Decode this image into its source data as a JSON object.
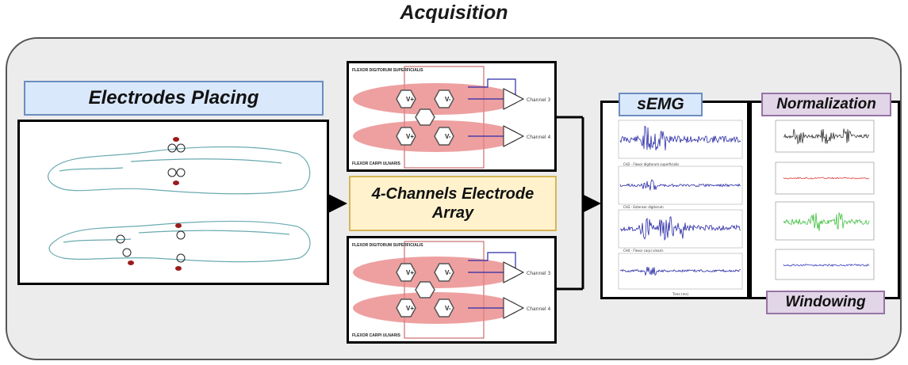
{
  "title": "Acquisition",
  "labels": {
    "electrodes": "Electrodes Placing",
    "array": "4-Channels Electrode Array",
    "semg": "sEMG",
    "normalization": "Normalization",
    "windowing": "Windowing"
  },
  "circuit": {
    "muscle_top": "FLEXOR DIGITORUM SUPERFICIALIS",
    "muscle_bottom": "FLEXOR CARPI ULNARIS",
    "v_plus": "V+",
    "v_minus": "V-",
    "channel_a": "Channel 3",
    "channel_b": "Channel 4"
  },
  "semg_plot": {
    "xlabel": "Time (ms)",
    "channels": [
      "CH2 - Flexor digitorum superficialis",
      "CH3 - Extensor digitorum",
      "CH4 - Flexor carpi ulnaris"
    ]
  },
  "colors": {
    "muscle": "#e88080",
    "semg_trace": "#2a2aa8",
    "norm_traces": [
      "#333333",
      "#e04040",
      "#40c040",
      "#4040c0"
    ]
  }
}
